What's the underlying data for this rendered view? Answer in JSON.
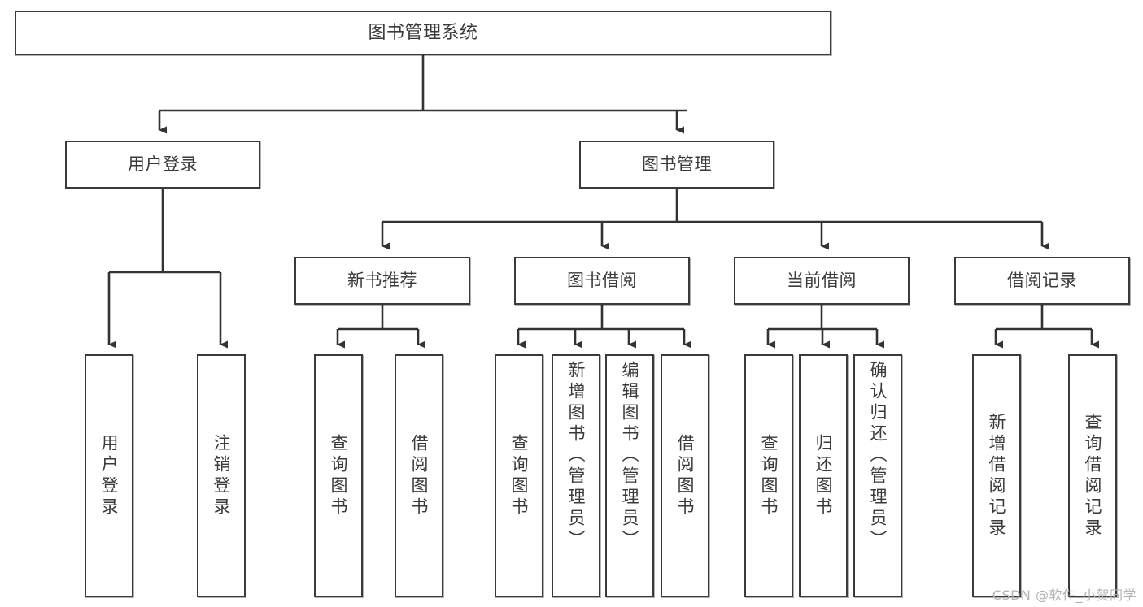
{
  "diagram": {
    "title": "图书管理系统",
    "type": "tree-hierarchy-chart",
    "watermark": "CSDN @软件_小贺同学",
    "colors": {
      "box_border": "#3a3a3a",
      "box_fill": "#ffffff",
      "text": "#3a3a3a",
      "connector": "#333333",
      "watermark": "#b4b4b4",
      "background": "#ffffff"
    },
    "nodes": {
      "root": {
        "label": "图书管理系统"
      },
      "level2": [
        {
          "id": "user-login",
          "label": "用户登录"
        },
        {
          "id": "book-management",
          "label": "图书管理"
        }
      ],
      "level3": [
        {
          "id": "new-book-recommend",
          "label": "新书推荐"
        },
        {
          "id": "book-borrow",
          "label": "图书借阅"
        },
        {
          "id": "current-borrow",
          "label": "当前借阅"
        },
        {
          "id": "borrow-record",
          "label": "借阅记录"
        }
      ],
      "leaves": [
        {
          "id": "leaf-user-login",
          "label": "用户登录",
          "parent": "user-login"
        },
        {
          "id": "leaf-logout-login",
          "label": "注销登录",
          "parent": "user-login"
        },
        {
          "id": "leaf-query-book-1",
          "label": "查询图书",
          "parent": "new-book-recommend"
        },
        {
          "id": "leaf-borrow-book-1",
          "label": "借阅图书",
          "parent": "new-book-recommend"
        },
        {
          "id": "leaf-query-book-2",
          "label": "查询图书",
          "parent": "book-borrow"
        },
        {
          "id": "leaf-add-book",
          "label": "新增图书（管理员）",
          "parent": "book-borrow"
        },
        {
          "id": "leaf-edit-book",
          "label": "编辑图书（管理员）",
          "parent": "book-borrow"
        },
        {
          "id": "leaf-borrow-book-2",
          "label": "借阅图书",
          "parent": "book-borrow"
        },
        {
          "id": "leaf-query-book-3",
          "label": "查询图书",
          "parent": "current-borrow"
        },
        {
          "id": "leaf-return-book",
          "label": "归还图书",
          "parent": "current-borrow"
        },
        {
          "id": "leaf-confirm-return",
          "label": "确认归还（管理员）",
          "parent": "current-borrow"
        },
        {
          "id": "leaf-add-record",
          "label": "新增借阅记录",
          "parent": "borrow-record"
        },
        {
          "id": "leaf-query-record",
          "label": "查询借阅记录",
          "parent": "borrow-record"
        }
      ]
    }
  }
}
